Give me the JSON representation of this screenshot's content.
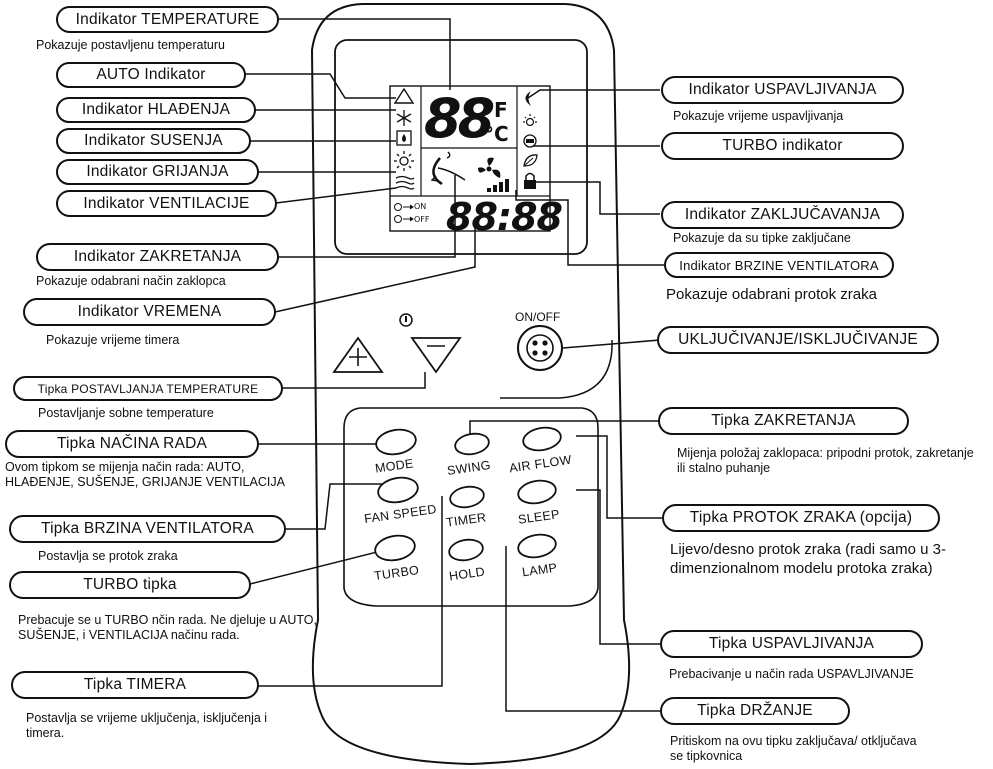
{
  "lcd": {
    "temperature": "88",
    "unit_f": "°F",
    "unit_c": "°C",
    "time": "88:88",
    "timer_on": "ON",
    "timer_off": "OFF"
  },
  "remote_buttons": {
    "onoff": "ON/OFF",
    "mode": "MODE",
    "swing": "SWING",
    "air_flow": "AIR FLOW",
    "fan_speed": "FAN SPEED",
    "timer": "TIMER",
    "sleep": "SLEEP",
    "turbo": "TURBO",
    "hold": "HOLD",
    "lamp": "LAMP"
  },
  "callouts": {
    "temperature_indicator": {
      "title": "Indikator TEMPERATURE",
      "desc": "Pokazuje postavljenu temperaturu"
    },
    "auto_indicator": {
      "title": "AUTO Indikator"
    },
    "cooling_indicator": {
      "title": "Indikator HLAĐENJA"
    },
    "drying_indicator": {
      "title": "Indikator SUSENJA"
    },
    "heating_indicator": {
      "title": "Indikator GRIJANJA"
    },
    "fan_indicator": {
      "title": "Indikator VENTILACIJE"
    },
    "swing_indicator": {
      "title": "Indikator ZAKRETANJA",
      "desc": "Pokazuje odabrani način zaklopca"
    },
    "time_indicator": {
      "title": "Indikator VREMENA",
      "desc": "Pokazuje vrijeme timera"
    },
    "temp_set_button": {
      "title": "Tipka POSTAVLJANJA TEMPERATURE",
      "desc": "Postavljanje sobne temperature"
    },
    "mode_button": {
      "title": "Tipka NAČINA RADA",
      "desc": "Ovom tipkom se mijenja način rada: AUTO, HLAĐENJE, SUŠENJE, GRIJANJE VENTILACIJA"
    },
    "fan_speed_button": {
      "title": "Tipka BRZINA VENTILATORA",
      "desc": "Postavlja se protok zraka"
    },
    "turbo_button": {
      "title": "TURBO tipka",
      "desc": "Prebacuje se u TURBO nčin rada. Ne djeluje u AUTO, SUŠENJE, i VENTILACIJA načinu rada."
    },
    "timer_button": {
      "title": "Tipka TIMERA",
      "desc": "Postavlja se vrijeme uključenja, isključenja i timera."
    },
    "sleep_indicator": {
      "title": "Indikator USPAVLJIVANJA",
      "desc": "Pokazuje vrijeme uspavljivanja"
    },
    "turbo_indicator": {
      "title": "TURBO indikator"
    },
    "lock_indicator": {
      "title": "Indikator ZAKLJUČAVANJA",
      "desc": "Pokazuje da su tipke zaključane"
    },
    "fan_speed_indicator": {
      "title": "Indikator BRZINE VENTILATORA",
      "desc": "Pokazuje odabrani protok zraka"
    },
    "onoff_button": {
      "title": "UKLJUČIVANJE/ISKLJUČIVANJE"
    },
    "swing_button": {
      "title": "Tipka ZAKRETANJA",
      "desc": "Mijenja položaj zaklopaca: pripodni protok, zakretanje ili stalno puhanje"
    },
    "air_flow_button": {
      "title": "Tipka PROTOK ZRAKA (opcija)",
      "desc": "Lijevo/desno protok zraka (radi samo u 3-dimenzionalnom modelu protoka zraka)"
    },
    "sleep_button": {
      "title": "Tipka USPAVLJIVANJA",
      "desc": "Prebacivanje u način rada USPAVLJIVANJE"
    },
    "hold_button": {
      "title": "Tipka DRŽANJE",
      "desc": "Pritiskom na ovu tipku zaključava/ otključava se tipkovnica"
    }
  },
  "icons": [
    "auto-triangle-icon",
    "snowflake-icon",
    "dry-icon",
    "sun-icon",
    "fan-waves-icon",
    "swing-icon",
    "fan-icon",
    "speed-bars-icon",
    "lock-icon",
    "sleep-moon-icon",
    "lamp-icon",
    "turbo-icon",
    "leaf-icon",
    "clock-icon",
    "thermometer-icon",
    "plus-triangle-icon",
    "minus-triangle-icon"
  ]
}
